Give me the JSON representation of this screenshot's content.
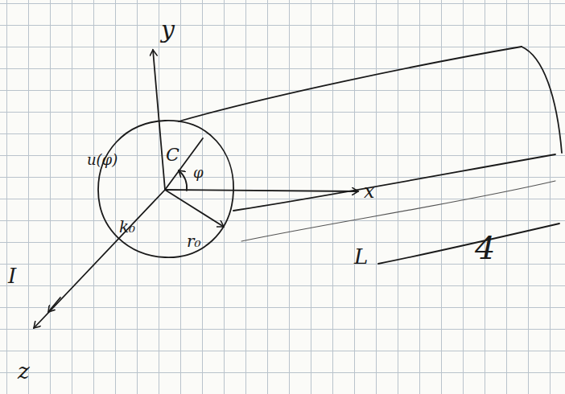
{
  "diagram": {
    "labels": [
      "y",
      "x",
      "z",
      "I",
      "u(φ)",
      "C",
      "φ",
      "k₀",
      "r₀",
      "L",
      "4"
    ]
  }
}
